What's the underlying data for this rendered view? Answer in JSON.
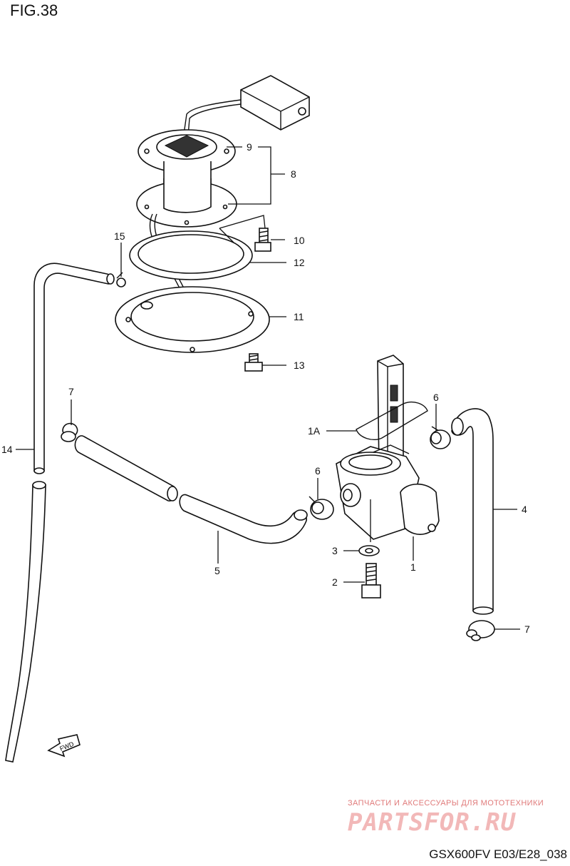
{
  "figure_title": "FIG.38",
  "footer_code": "GSX600FV E03/E28_038",
  "watermark": {
    "line1": "ЗАПЧАСТИ И АКСЕССУАРЫ ДЛЯ МОТОТЕХНИКИ",
    "line2": "PARTSFOR.RU"
  },
  "fwd_marker": "FWD",
  "callouts": {
    "p9": "9",
    "p8": "8",
    "p10": "10",
    "p12": "12",
    "p15": "15",
    "p11": "11",
    "p13": "13",
    "p7a": "7",
    "p14": "14",
    "p1A": "1A",
    "p6a": "6",
    "p6b": "6",
    "p4": "4",
    "p3": "3",
    "p2": "2",
    "p1": "1",
    "p5": "5",
    "p7b": "7"
  }
}
